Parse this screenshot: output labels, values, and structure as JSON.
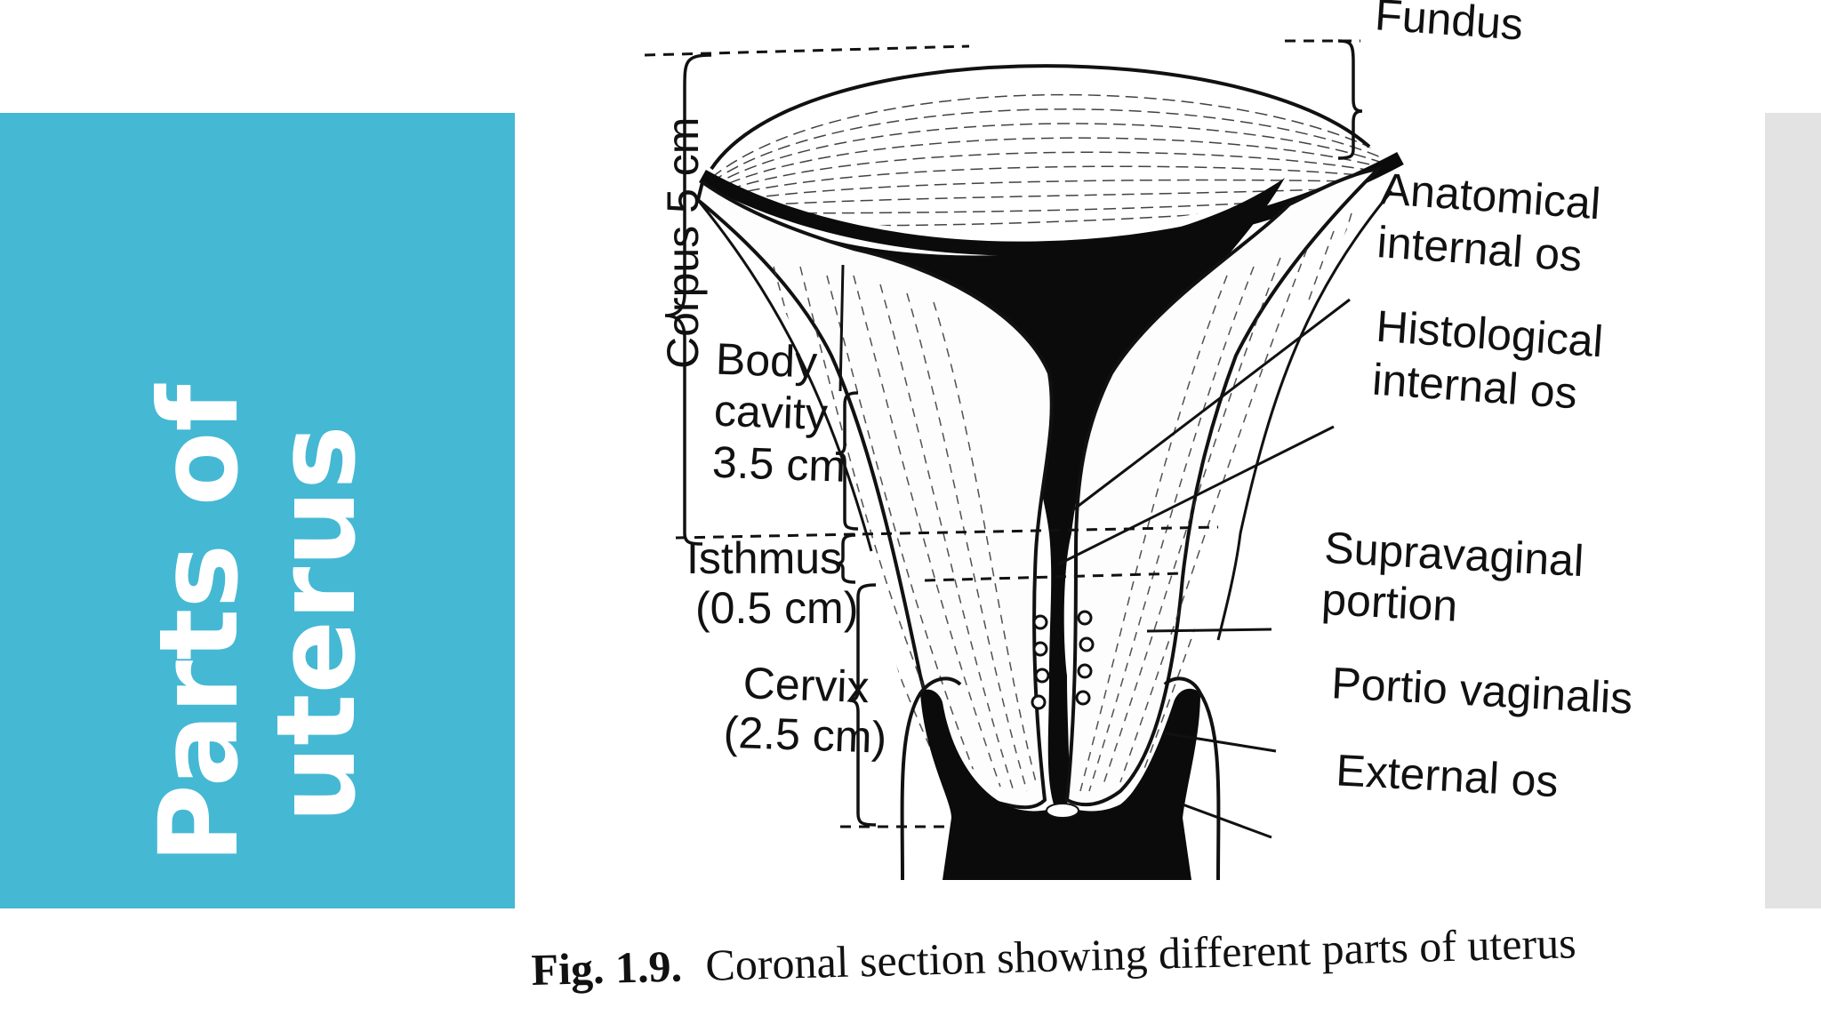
{
  "slide": {
    "title_lines": [
      "Parts of",
      "uterus"
    ],
    "colors": {
      "panel": "#45b8d4",
      "side_strip": "#e3e3e3",
      "ink": "#111111",
      "title_text": "#ffffff"
    }
  },
  "figure": {
    "labels": {
      "fundus": "Fundus",
      "corpus": "Corpus 5 cm",
      "body_cavity": [
        "Body",
        "cavity",
        "3.5 cm"
      ],
      "anatomical_os": [
        "Anatomical",
        "internal os"
      ],
      "histological_os": [
        "Histological",
        "internal os"
      ],
      "isthmus": [
        "Isthmus",
        "(0.5 cm)"
      ],
      "supravaginal": [
        "Supravaginal",
        "portion"
      ],
      "cervix": [
        "Cervix",
        "(2.5 cm)"
      ],
      "portio": "Portio vaginalis",
      "external_os": "External os"
    },
    "caption": {
      "prefix": "Fig. 1.9.",
      "text": "Coronal section showing different parts of uterus"
    }
  }
}
